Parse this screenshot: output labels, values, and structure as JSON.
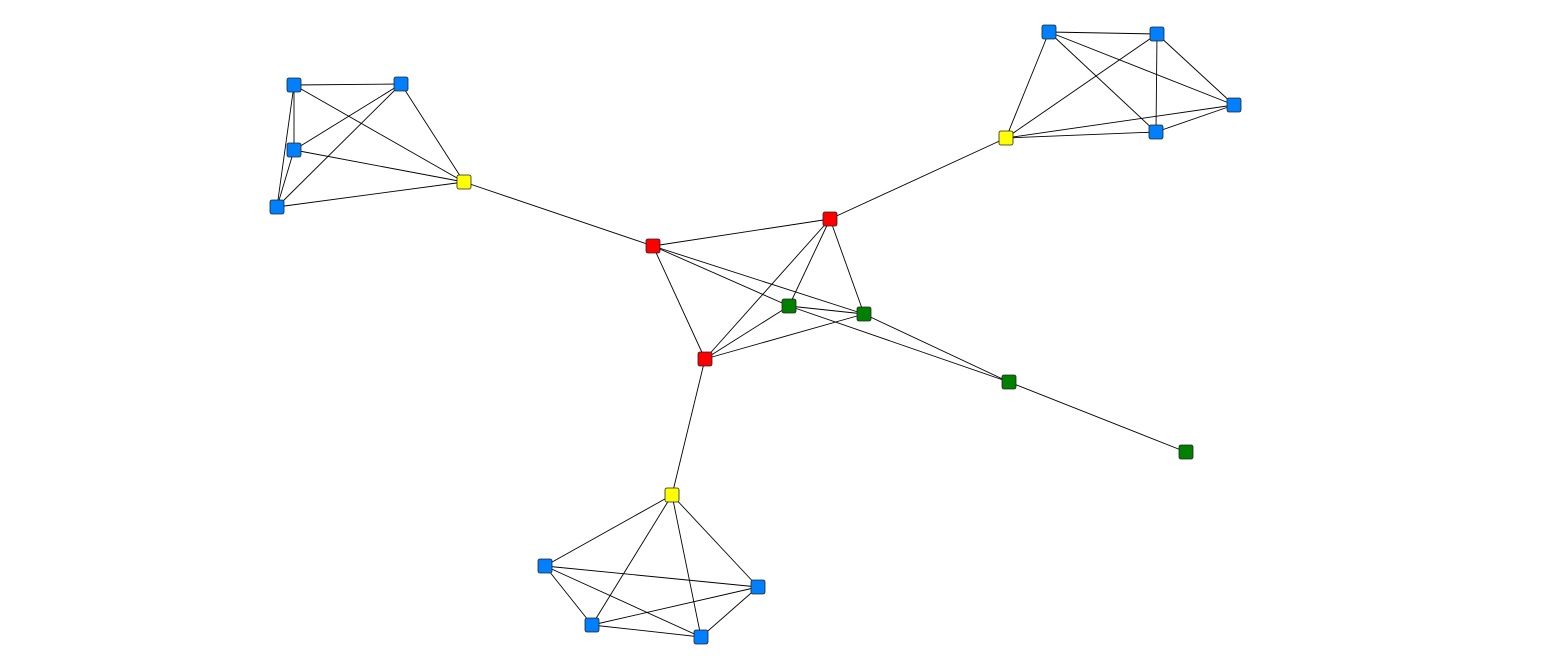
{
  "diagram": {
    "type": "network-graph",
    "colors": {
      "edge": "#000000",
      "red": "#ff0000",
      "green": "#008000",
      "yellow": "#ffff00",
      "blue": "#0080ff"
    },
    "nodes": [
      {
        "id": "A1",
        "group": "blue"
      },
      {
        "id": "A2",
        "group": "blue"
      },
      {
        "id": "A3",
        "group": "blue"
      },
      {
        "id": "A4",
        "group": "blue"
      },
      {
        "id": "Y1",
        "group": "yellow"
      },
      {
        "id": "B1",
        "group": "blue"
      },
      {
        "id": "B2",
        "group": "blue"
      },
      {
        "id": "B3",
        "group": "blue"
      },
      {
        "id": "B4",
        "group": "blue"
      },
      {
        "id": "Y2",
        "group": "yellow"
      },
      {
        "id": "R1",
        "group": "red"
      },
      {
        "id": "R2",
        "group": "red"
      },
      {
        "id": "R3",
        "group": "red"
      },
      {
        "id": "G1",
        "group": "green"
      },
      {
        "id": "G2",
        "group": "green"
      },
      {
        "id": "G3",
        "group": "green"
      },
      {
        "id": "G4",
        "group": "green"
      },
      {
        "id": "Y3",
        "group": "yellow"
      },
      {
        "id": "C1",
        "group": "blue"
      },
      {
        "id": "C2",
        "group": "blue"
      },
      {
        "id": "C3",
        "group": "blue"
      },
      {
        "id": "C4",
        "group": "blue"
      }
    ],
    "edges": [
      [
        "A1",
        "A2"
      ],
      [
        "A1",
        "A3"
      ],
      [
        "A1",
        "A4"
      ],
      [
        "A1",
        "Y1"
      ],
      [
        "A2",
        "A3"
      ],
      [
        "A2",
        "A4"
      ],
      [
        "A2",
        "Y1"
      ],
      [
        "A3",
        "A4"
      ],
      [
        "A3",
        "Y1"
      ],
      [
        "A4",
        "Y1"
      ],
      [
        "B1",
        "B2"
      ],
      [
        "B1",
        "B3"
      ],
      [
        "B1",
        "B4"
      ],
      [
        "B1",
        "Y2"
      ],
      [
        "B2",
        "B3"
      ],
      [
        "B2",
        "B4"
      ],
      [
        "B2",
        "Y2"
      ],
      [
        "B3",
        "B4"
      ],
      [
        "B3",
        "Y2"
      ],
      [
        "B4",
        "Y2"
      ],
      [
        "C1",
        "C2"
      ],
      [
        "C1",
        "C3"
      ],
      [
        "C1",
        "C4"
      ],
      [
        "C1",
        "Y3"
      ],
      [
        "C2",
        "C3"
      ],
      [
        "C2",
        "C4"
      ],
      [
        "C2",
        "Y3"
      ],
      [
        "C3",
        "C4"
      ],
      [
        "C3",
        "Y3"
      ],
      [
        "C4",
        "Y3"
      ],
      [
        "Y1",
        "R1"
      ],
      [
        "R2",
        "Y2"
      ],
      [
        "R3",
        "Y3"
      ],
      [
        "R1",
        "R2"
      ],
      [
        "R1",
        "R3"
      ],
      [
        "R1",
        "G1"
      ],
      [
        "R1",
        "G2"
      ],
      [
        "R2",
        "R3"
      ],
      [
        "R2",
        "G1"
      ],
      [
        "R2",
        "G2"
      ],
      [
        "R3",
        "G1"
      ],
      [
        "R3",
        "G2"
      ],
      [
        "G1",
        "G2"
      ],
      [
        "G1",
        "G3"
      ],
      [
        "G2",
        "G3"
      ],
      [
        "G3",
        "G4"
      ]
    ]
  }
}
